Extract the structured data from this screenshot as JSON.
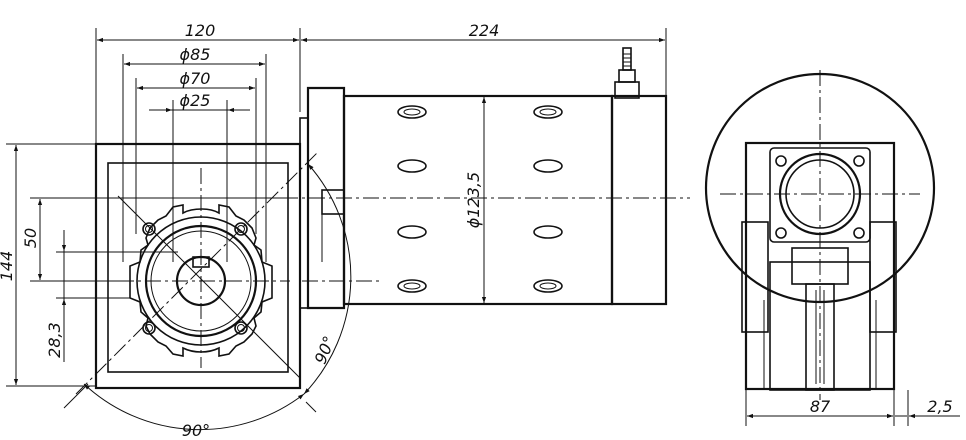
{
  "dimensions": {
    "overall_width": "120",
    "motor_length": "224",
    "dia_85": "ϕ85",
    "dia_70": "ϕ70",
    "dia_25": "ϕ25",
    "motor_dia": "ϕ123,5",
    "height_144": "144",
    "height_50": "50",
    "height_28_3": "28,3",
    "angle_bottom": "90°",
    "angle_right": "90°",
    "side_width": "87",
    "side_offset": "2,5"
  }
}
